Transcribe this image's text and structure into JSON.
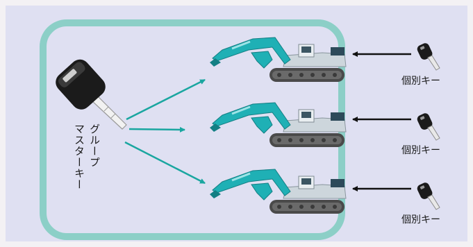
{
  "master_key": {
    "label_col1": "グループ",
    "label_col2": "マスターキー"
  },
  "individual_keys": [
    {
      "label": "個別キー"
    },
    {
      "label": "個別キー"
    },
    {
      "label": "個別キー"
    }
  ],
  "colors": {
    "frame": "#8ccfc7",
    "arrow_teal": "#1aa6a0",
    "arrow_black": "#111111",
    "excavator_arm": "#1fb0b5",
    "excavator_track": "#4a4a4a",
    "background": "#dfe0f2"
  },
  "icons": [
    "master-key-icon",
    "excavator-icon",
    "individual-key-icon"
  ]
}
